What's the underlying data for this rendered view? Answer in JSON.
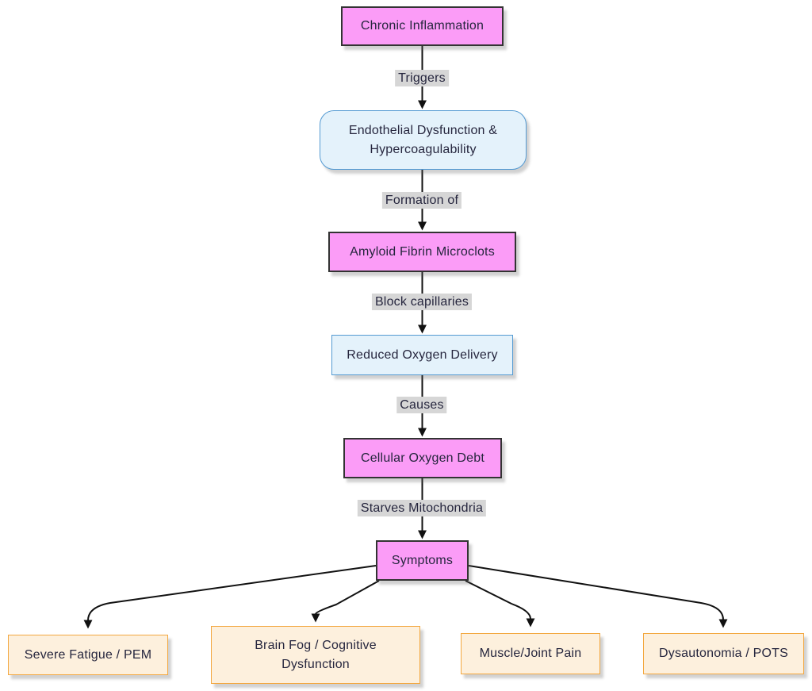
{
  "diagram": {
    "type": "flowchart",
    "nodes": [
      {
        "id": "chronic-inflammation",
        "label": "Chronic Inflammation",
        "shape": "rect",
        "style": "pink"
      },
      {
        "id": "endothelial-dysfunction-hypercoagulability",
        "label": "Endothelial Dysfunction & Hypercoagulability",
        "shape": "rounded",
        "style": "blue"
      },
      {
        "id": "amyloid-fibrin-microclots",
        "label": "Amyloid Fibrin Microclots",
        "shape": "rect",
        "style": "pink"
      },
      {
        "id": "reduced-oxygen-delivery",
        "label": "Reduced Oxygen Delivery",
        "shape": "rect",
        "style": "blue"
      },
      {
        "id": "cellular-oxygen-debt",
        "label": "Cellular Oxygen Debt",
        "shape": "rect",
        "style": "pink"
      },
      {
        "id": "symptoms",
        "label": "Symptoms",
        "shape": "rect",
        "style": "pink"
      },
      {
        "id": "severe-fatigue-pem",
        "label": "Severe Fatigue / PEM",
        "shape": "rect",
        "style": "orange"
      },
      {
        "id": "brain-fog-cognitive-dysfunction",
        "label": "Brain Fog / Cognitive Dysfunction",
        "shape": "rect",
        "style": "orange"
      },
      {
        "id": "muscle-joint-pain",
        "label": "Muscle/Joint Pain",
        "shape": "rect",
        "style": "orange"
      },
      {
        "id": "dysautonomia-pots",
        "label": "Dysautonomia / POTS",
        "shape": "rect",
        "style": "orange"
      }
    ],
    "edges": [
      {
        "id": "triggers",
        "from": "chronic-inflammation",
        "to": "endothelial-dysfunction-hypercoagulability",
        "label": "Triggers"
      },
      {
        "id": "formation-of",
        "from": "endothelial-dysfunction-hypercoagulability",
        "to": "amyloid-fibrin-microclots",
        "label": "Formation of"
      },
      {
        "id": "block-capillaries",
        "from": "amyloid-fibrin-microclots",
        "to": "reduced-oxygen-delivery",
        "label": "Block capillaries"
      },
      {
        "id": "causes",
        "from": "reduced-oxygen-delivery",
        "to": "cellular-oxygen-debt",
        "label": "Causes"
      },
      {
        "id": "starves-mitochondria",
        "from": "cellular-oxygen-debt",
        "to": "symptoms",
        "label": "Starves Mitochondria"
      },
      {
        "id": "symptoms-to-fatigue",
        "from": "symptoms",
        "to": "severe-fatigue-pem",
        "label": ""
      },
      {
        "id": "symptoms-to-brain-fog",
        "from": "symptoms",
        "to": "brain-fog-cognitive-dysfunction",
        "label": ""
      },
      {
        "id": "symptoms-to-muscle-pain",
        "from": "symptoms",
        "to": "muscle-joint-pain",
        "label": ""
      },
      {
        "id": "symptoms-to-dysautonomia",
        "from": "symptoms",
        "to": "dysautonomia-pots",
        "label": ""
      }
    ],
    "colors": {
      "pink_fill": "#fb9cf7",
      "pink_border": "#333333",
      "blue_fill": "#e4f2fb",
      "blue_border": "#549ad2",
      "orange_fill": "#fdf0dd",
      "orange_border": "#f3a73f",
      "label_bg": "#d6d6d6",
      "line_color": "#111111",
      "text_color": "#26263e"
    }
  }
}
